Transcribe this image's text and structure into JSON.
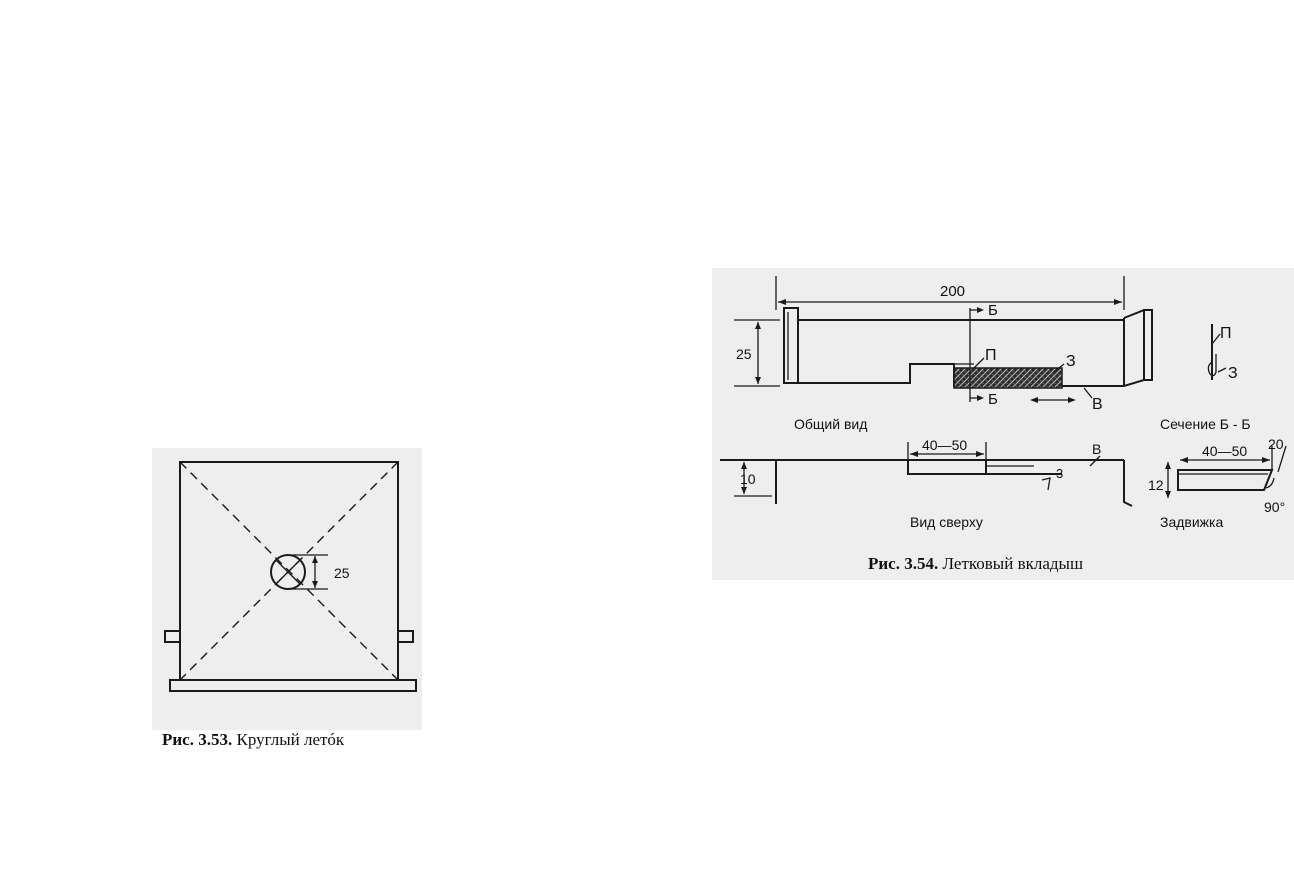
{
  "fig53": {
    "dimension": "25",
    "caption_number": "Рис. 3.53.",
    "caption_text": " Круглый летóк"
  },
  "fig54": {
    "dim_length": "200",
    "dim_height": "25",
    "section_mark_top": "Б",
    "section_mark_bottom": "Б",
    "label_p": "П",
    "label_z": "З",
    "label_v": "В",
    "view_general": "Общий вид",
    "section_title": "Сечение Б - Б",
    "section_p": "П",
    "section_z": "З",
    "top_dim_slot": "40—50",
    "top_dim_height": "10",
    "top_dim_3": "3",
    "top_label_v": "В",
    "view_top": "Вид сверху",
    "slider_dim_len": "40—50",
    "slider_dim_20": "20",
    "slider_dim_12": "12",
    "slider_angle": "90°",
    "slider_title": "Задвижка",
    "caption_number": "Рис. 3.54.",
    "caption_text": " Летковый вкладыш"
  }
}
